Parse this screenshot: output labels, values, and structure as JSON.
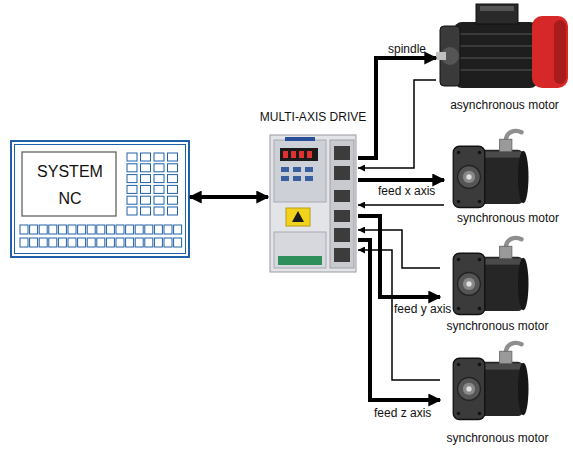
{
  "diagram": {
    "nodes": [
      {
        "text": [
          "SYSTEM NC"
        ]
      },
      {
        "text": [
          "MULTI-AXIS DRIVE"
        ]
      },
      {
        "text": [
          "asynchronous motor"
        ]
      },
      {
        "text": [
          "synchronous motor"
        ]
      },
      {
        "text": [
          "synchronous motor"
        ]
      },
      {
        "text": [
          "synchronous motor"
        ]
      }
    ],
    "edges": [
      {
        "from": 0,
        "to": 1,
        "arrow": "both"
      },
      {
        "from": 1,
        "to": 2,
        "arrow": "to",
        "label": "spindle"
      },
      {
        "from": 2,
        "to": 1,
        "arrow": "to"
      },
      {
        "from": 1,
        "to": 3,
        "arrow": "to",
        "label": "feed x axis"
      },
      {
        "from": 3,
        "to": 1,
        "arrow": "to"
      },
      {
        "from": 1,
        "to": 4,
        "arrow": "to",
        "label": "feed y axis"
      },
      {
        "from": 4,
        "to": 1,
        "arrow": "to"
      },
      {
        "from": 1,
        "to": 5,
        "arrow": "to",
        "label": "feed z axis"
      },
      {
        "from": 5,
        "to": 1,
        "arrow": "to"
      }
    ]
  }
}
